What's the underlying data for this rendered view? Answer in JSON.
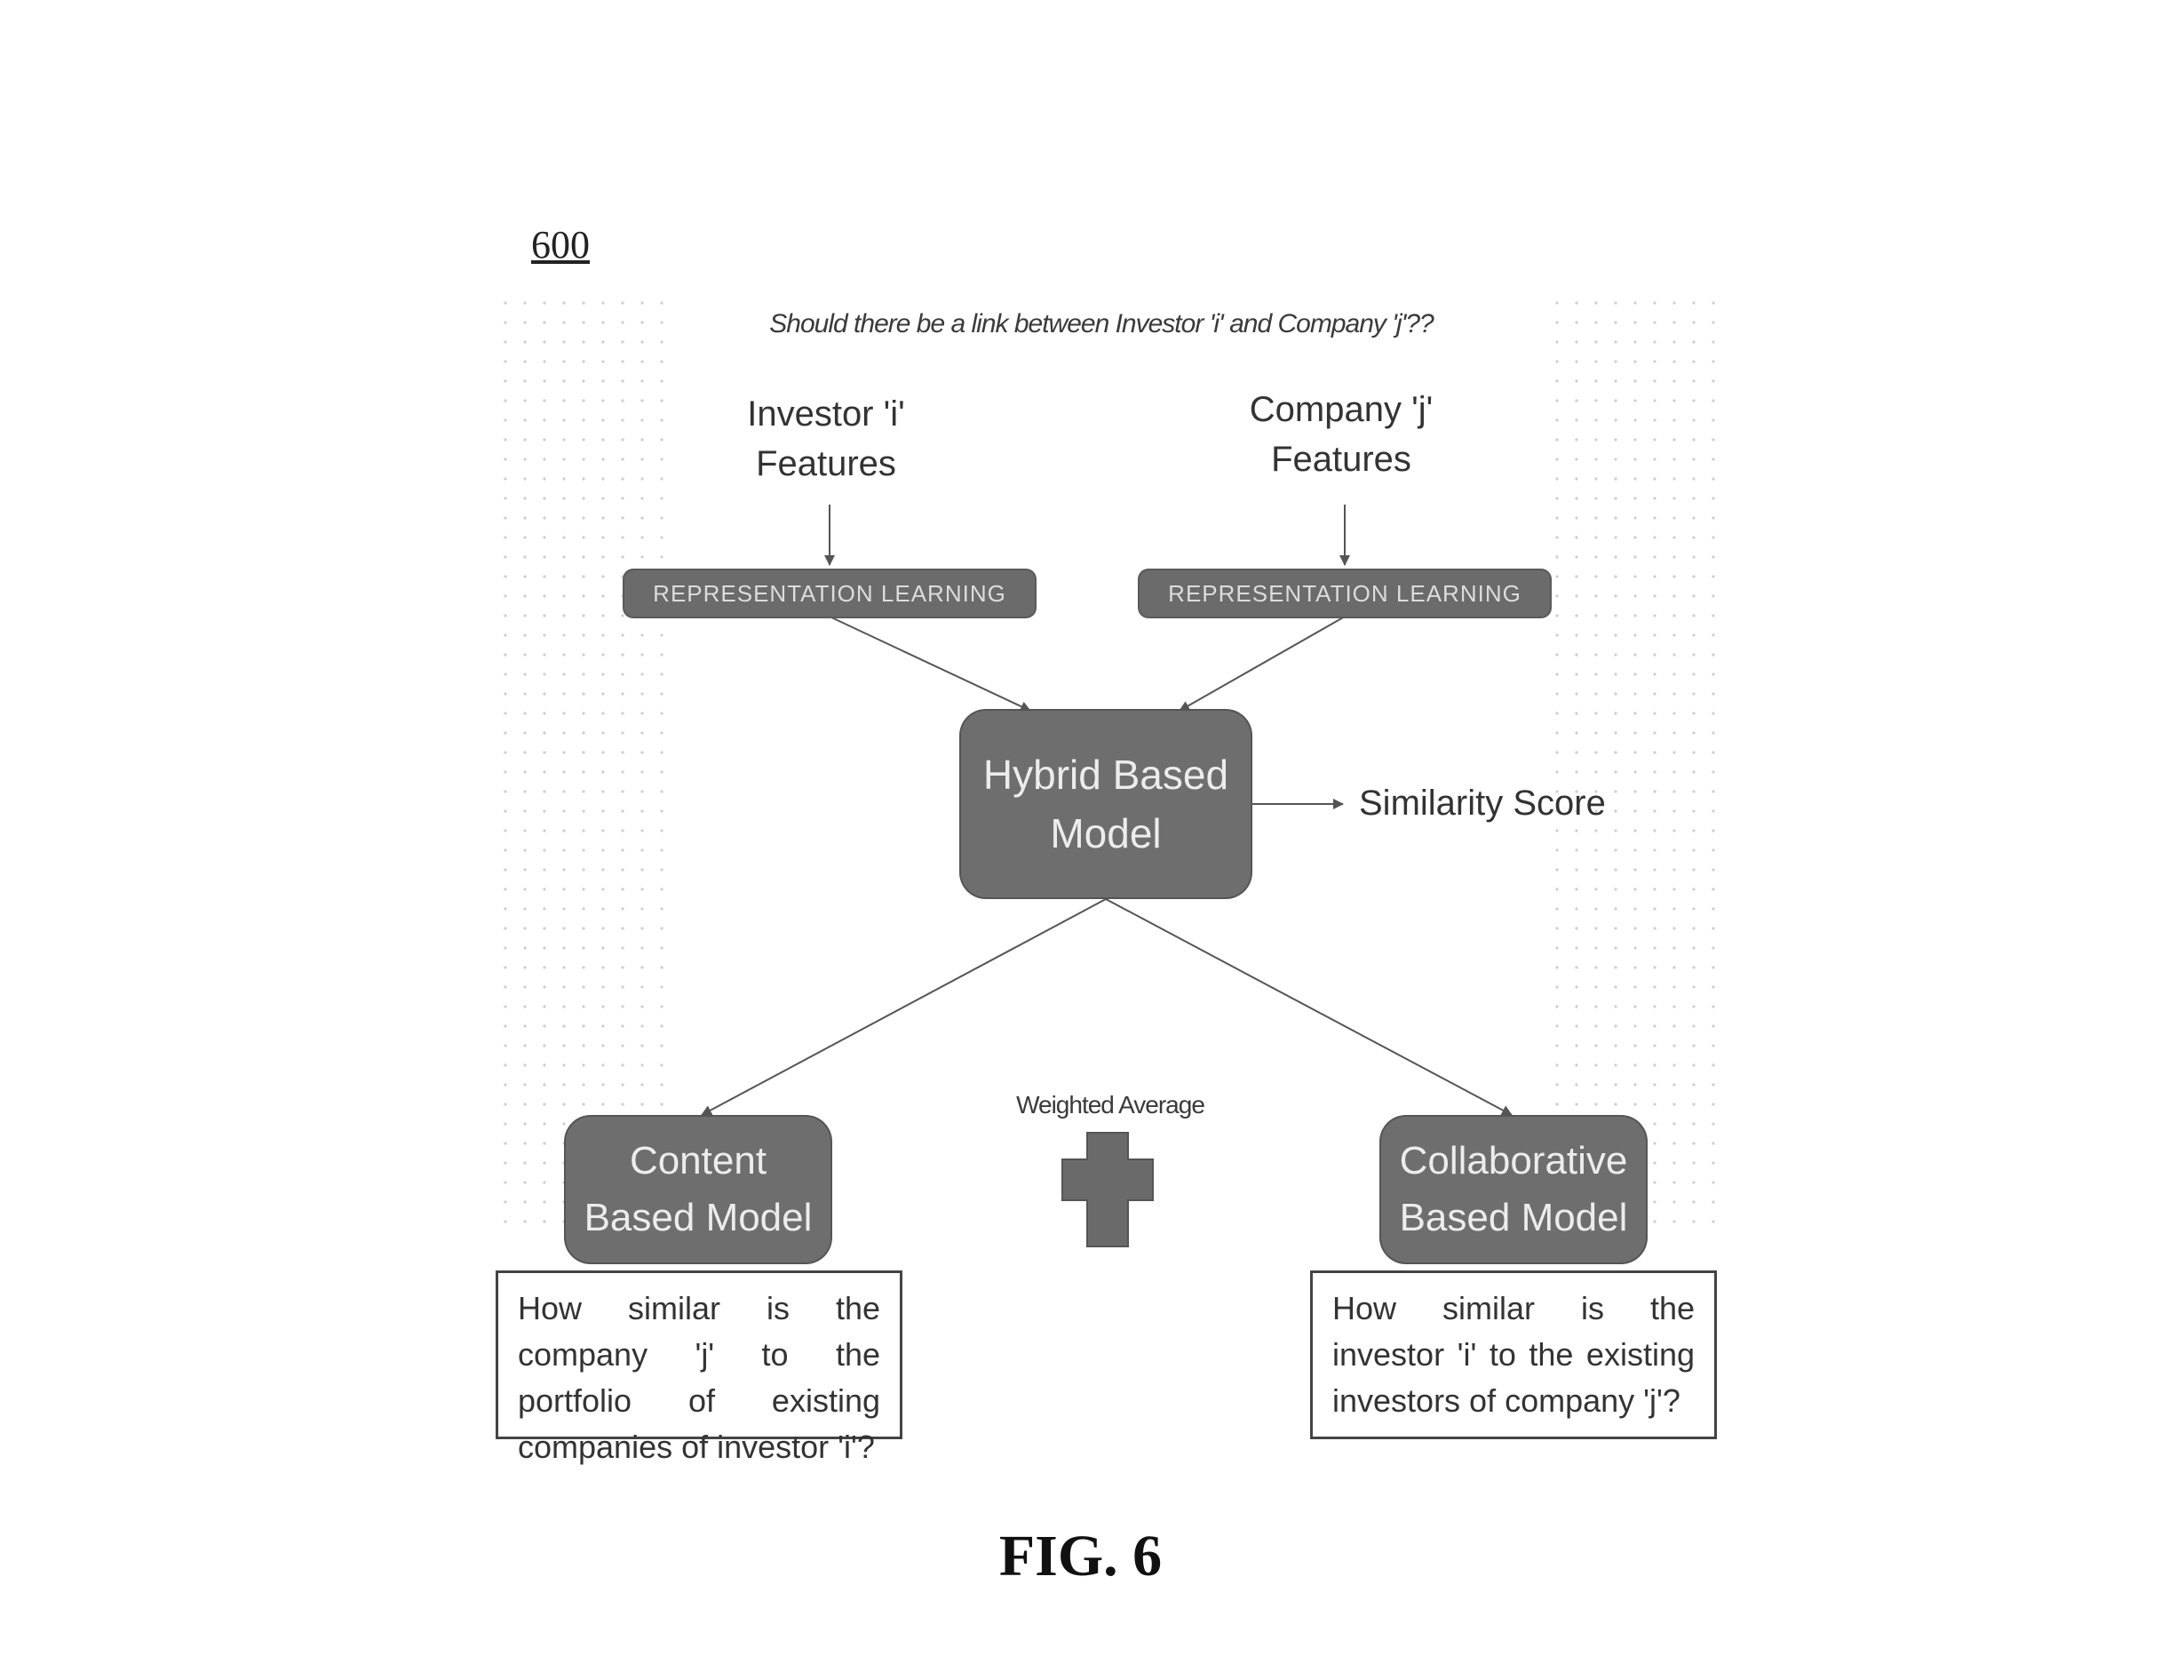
{
  "figure_number": "600",
  "question": "Should there be a link between Investor 'i' and Company 'j'??",
  "inputs": {
    "investor": {
      "line1": "Investor 'i'",
      "line2": "Features"
    },
    "company": {
      "line1": "Company 'j'",
      "line2": "Features"
    }
  },
  "representation_learning_label": "REPRESENTATION LEARNING",
  "hybrid_model": {
    "line1": "Hybrid Based",
    "line2": "Model"
  },
  "similarity_score": "Similarity Score",
  "weighted_average": "Weighted Average",
  "content_model": {
    "line1": "Content",
    "line2": "Based Model",
    "description": "How similar is the company 'j' to the portfolio of existing companies of investor 'i'?"
  },
  "collaborative_model": {
    "line1": "Collaborative",
    "line2": "Based Model",
    "description": "How similar is the investor 'i' to the existing investors of company 'j'?"
  },
  "caption": "FIG. 6",
  "colors": {
    "box_fill": "#6e6e6e",
    "line": "#555555"
  }
}
